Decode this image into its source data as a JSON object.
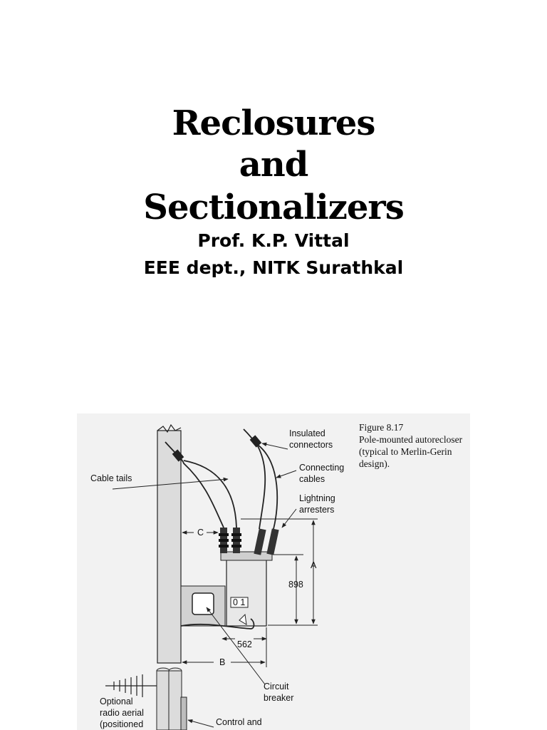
{
  "slide": {
    "title_lines": [
      "Reclosures",
      "and",
      "Sectionalizers"
    ],
    "author": "Prof. K.P. Vittal",
    "affiliation": "EEE dept., NITK Surathkal"
  },
  "figure": {
    "caption_lines": [
      "Figure 8.17",
      "Pole-mounted autorecloser",
      "(typical to Merlin-Gerin",
      "design)."
    ],
    "labels": {
      "insulated_connectors": [
        "Insulated",
        "connectors"
      ],
      "connecting_cables": [
        "Connecting",
        "cables"
      ],
      "cable_tails": "Cable tails",
      "lightning_arresters": [
        "Lightning",
        "arresters"
      ],
      "dim_c": "C",
      "dim_a": "A",
      "dim_898": "898",
      "switch_position": "0  1",
      "dim_562": "562",
      "dim_b": "B",
      "circuit_breaker": [
        "Circuit",
        "breaker"
      ],
      "radio_aerial": [
        "Optional",
        "radio aerial",
        "(positioned"
      ],
      "control": [
        "Control and"
      ]
    }
  }
}
